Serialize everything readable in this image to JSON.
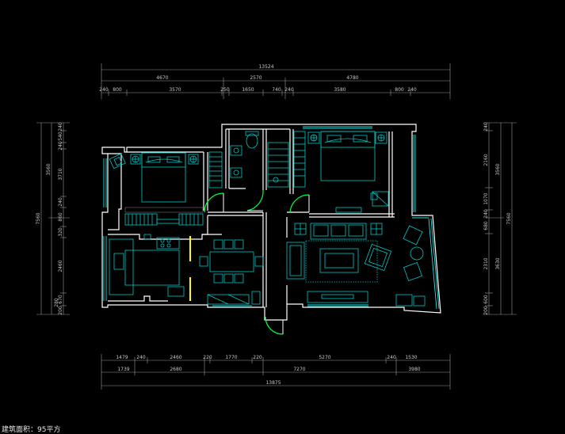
{
  "colors": {
    "background": "#000000",
    "wall": "#ffffff",
    "dimension_line": "#aaaaaa",
    "dimension_text": "#c8c8c8",
    "furniture": "#00c8c8",
    "window": "#20e0e0",
    "door_arc": "#00ff40",
    "highlight": "#ffff00"
  },
  "dimensions": {
    "top": {
      "overall": "13524",
      "mid": [
        "4670",
        "2570",
        "4780"
      ],
      "detail": [
        "240",
        "800",
        "3570",
        "250",
        "1650",
        "740",
        "240",
        "3580",
        "800",
        "240"
      ]
    },
    "bottom": {
      "detail": [
        "1479",
        "240",
        "2460",
        "220",
        "1770",
        "220",
        "5270",
        "240",
        "1530"
      ],
      "mid": [
        "1739",
        "2680",
        "7270",
        "3980"
      ],
      "overall": "13875"
    },
    "left": {
      "overall": "7560",
      "mid": [
        "3560"
      ],
      "detail": [
        "240",
        "540",
        "240",
        "3710",
        "240",
        "860",
        "320",
        "2460",
        "670",
        "280",
        "200"
      ]
    },
    "right": {
      "overall": "7560",
      "mid": [
        "3560",
        "3630"
      ],
      "detail": [
        "240",
        "2160",
        "1070",
        "240",
        "680",
        "2310",
        "600",
        "200"
      ]
    }
  },
  "caption": "建筑面积：95平方"
}
